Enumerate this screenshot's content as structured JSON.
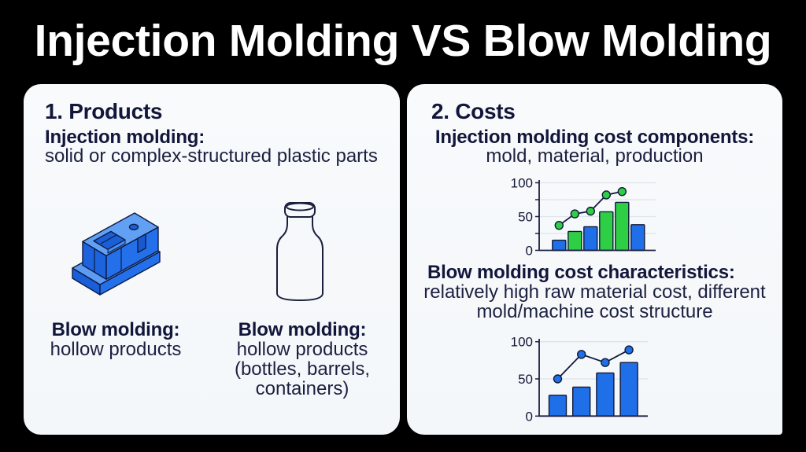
{
  "title": "Injection Molding VS Blow Molding",
  "colors": {
    "background": "#000000",
    "card": "#f6f8fa",
    "text": "#141838",
    "blue": "#1f6fe8",
    "green": "#2fcf45",
    "outline": "#101a3c",
    "axis": "#1a2040",
    "grid": "#dfe4ea"
  },
  "products": {
    "heading": "1. Products",
    "injection": {
      "label": "Injection molding:",
      "desc": "solid or complex-structured plastic parts"
    },
    "icons": {
      "left": "machined-block-icon",
      "right": "bottle-icon"
    },
    "blow_left": {
      "label": "Blow molding:",
      "lines": [
        "hollow products"
      ]
    },
    "blow_right": {
      "label": "Blow molding:",
      "lines": [
        "hollow products",
        "(bottles, barrels,",
        "containers)"
      ]
    }
  },
  "costs": {
    "heading": "2. Costs",
    "injection": {
      "label": "Injection molding cost components:",
      "desc": "mold, material, production"
    },
    "blow": {
      "label": "Blow molding cost characteristics:",
      "desc_lines": [
        "relatively high raw material cost, different",
        "mold/machine cost structure"
      ]
    }
  },
  "chart_data": [
    {
      "type": "bar",
      "title": "Injection molding cost components",
      "subtitle": "mold, material, production",
      "xlabel": "",
      "ylabel": "",
      "ylim": [
        0,
        100
      ],
      "yticks": [
        0,
        50,
        100
      ],
      "ticks": [
        0,
        25,
        50,
        75,
        100
      ],
      "gridlines": [
        25,
        50,
        75,
        100
      ],
      "grid": true,
      "legend": null,
      "x": [
        1,
        2,
        3,
        4,
        5,
        6
      ],
      "series": [
        {
          "name": "bars",
          "kind": "bar",
          "values": [
            15,
            28,
            35,
            57,
            71,
            38
          ],
          "colors": [
            "blue",
            "green",
            "blue",
            "green",
            "green",
            "blue"
          ]
        },
        {
          "name": "trend",
          "kind": "line",
          "values": [
            37,
            54,
            58,
            82,
            87
          ],
          "color": "green"
        }
      ]
    },
    {
      "type": "bar",
      "title": "Blow molding cost characteristics",
      "subtitle": "relatively high raw material cost, different mold/machine cost structure",
      "xlabel": "",
      "ylabel": "",
      "ylim": [
        0,
        100
      ],
      "yticks": [
        0,
        50,
        100
      ],
      "ticks": [
        0,
        50,
        100
      ],
      "gridlines": [
        50,
        100
      ],
      "grid": true,
      "legend": null,
      "x": [
        1,
        2,
        3,
        4
      ],
      "series": [
        {
          "name": "bars",
          "kind": "bar",
          "values": [
            28,
            39,
            58,
            72
          ],
          "colors": [
            "blue",
            "blue",
            "blue",
            "blue"
          ]
        },
        {
          "name": "trend",
          "kind": "line",
          "values": [
            50,
            83,
            72,
            89
          ],
          "color": "blue"
        }
      ]
    }
  ]
}
